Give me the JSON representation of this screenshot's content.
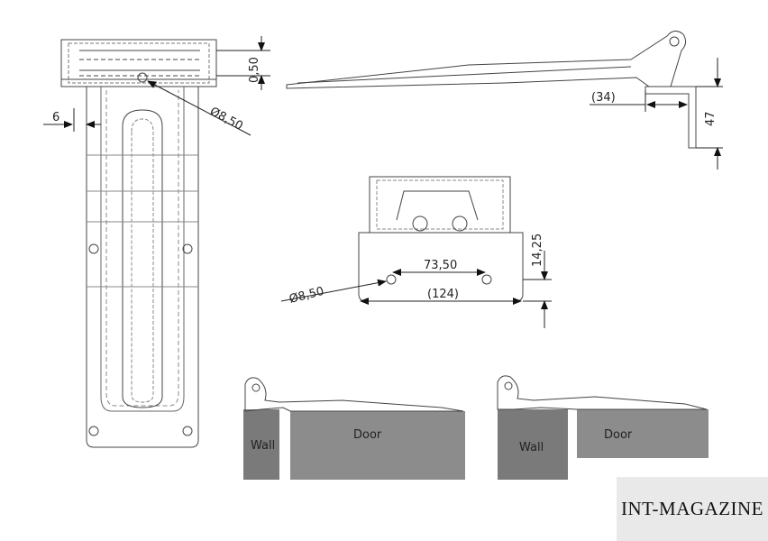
{
  "colors": {
    "line": "#333333",
    "dim_line": "#222222",
    "wall_fill": "#7a7a7a",
    "door_fill": "#8c8c8c",
    "watermark_bg": "#e9e9e9"
  },
  "dimensions": {
    "d_050": "0,50",
    "d_6": "6",
    "d_hole_top": "Ø8,50",
    "d_34": "(34)",
    "d_47": "47",
    "d_7350": "73,50",
    "d_1425": "14,25",
    "d_hole_mid": "Ø8,50",
    "d_124": "(124)"
  },
  "labels": {
    "wall_left": "Wall",
    "door_left": "Door",
    "wall_right": "Wall",
    "door_right": "Door"
  },
  "watermark": {
    "text": "INT-MAGAZINE"
  }
}
